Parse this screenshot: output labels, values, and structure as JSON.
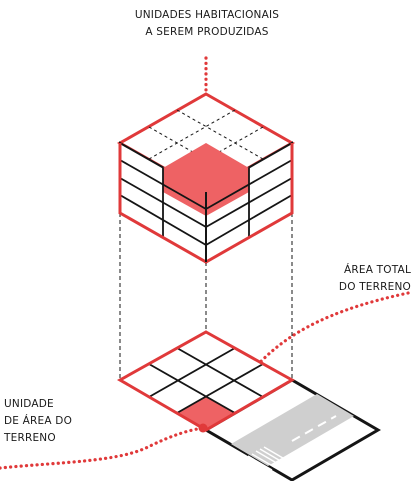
{
  "labels": {
    "housing_units": [
      "UNIDADES HABITACIONAIS",
      "A SEREM PRODUZIDAS"
    ],
    "total_area": [
      "ÁREA TOTAL",
      "DO TERRENO"
    ],
    "land_unit": [
      "UNIDADE",
      "DE ÁREA DO",
      "TERRENO"
    ]
  },
  "colors": {
    "accent_red": "#e0393a",
    "highlight_fill": "#ee6264",
    "line_black": "#151515",
    "road_gray": "#cfcfcf",
    "road_marking": "#ffffff"
  }
}
